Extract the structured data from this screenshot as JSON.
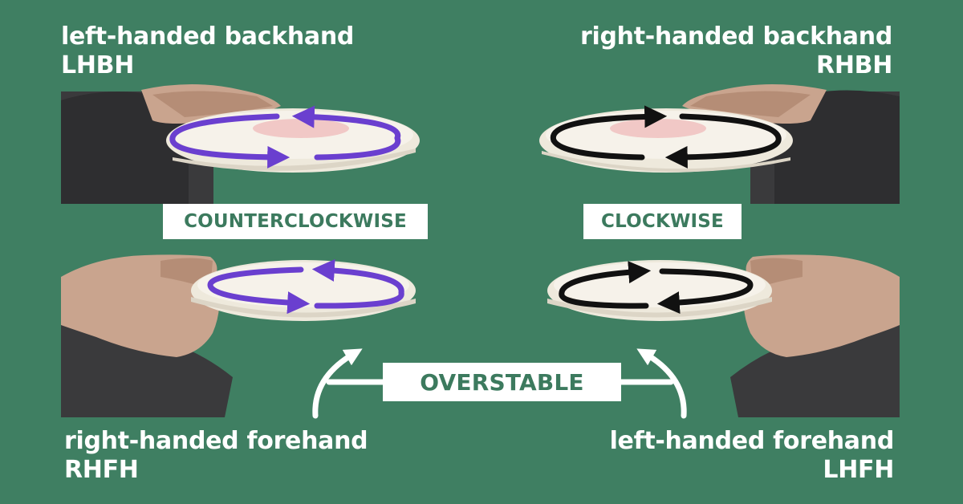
{
  "labels": {
    "top_left": {
      "title": "left-handed backhand",
      "abbr": "LHBH"
    },
    "top_right": {
      "title": "right-handed backhand",
      "abbr": "RHBH"
    },
    "bottom_left": {
      "title": "right-handed forehand",
      "abbr": "RHFH"
    },
    "bottom_right": {
      "title": "left-handed forehand",
      "abbr": "LHFH"
    }
  },
  "rotation": {
    "left": "COUNTERCLOCKWISE",
    "right": "CLOCKWISE"
  },
  "stability": "OVERSTABLE",
  "colors": {
    "background": "#3f7f62",
    "counterclockwise_arrow": "#6a3fcf",
    "clockwise_arrow": "#111111",
    "box_text": "#3c7a5e"
  }
}
